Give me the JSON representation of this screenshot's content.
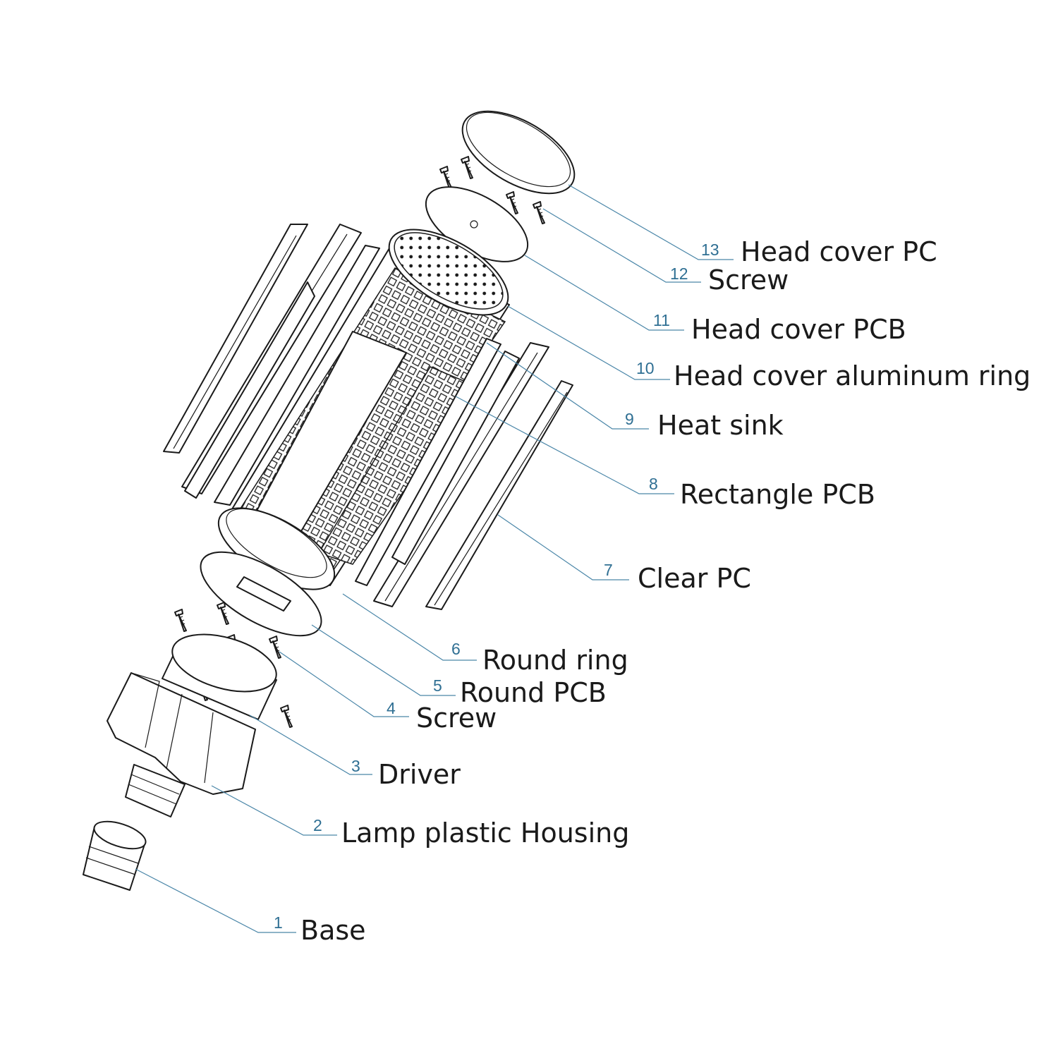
{
  "labels": [
    {
      "num": "13",
      "name": "Head cover PC"
    },
    {
      "num": "12",
      "name": "Screw"
    },
    {
      "num": "11",
      "name": "Head cover PCB"
    },
    {
      "num": "10",
      "name": "Head cover aluminum ring"
    },
    {
      "num": "9",
      "name": "Heat sink"
    },
    {
      "num": "8",
      "name": "Rectangle PCB"
    },
    {
      "num": "7",
      "name": "Clear PC"
    },
    {
      "num": "6",
      "name": "Round ring"
    },
    {
      "num": "5",
      "name": "Round PCB"
    },
    {
      "num": "4",
      "name": "Screw"
    },
    {
      "num": "3",
      "name": "Driver"
    },
    {
      "num": "2",
      "name": "Lamp plastic Housing"
    },
    {
      "num": "1",
      "name": "Base"
    }
  ]
}
